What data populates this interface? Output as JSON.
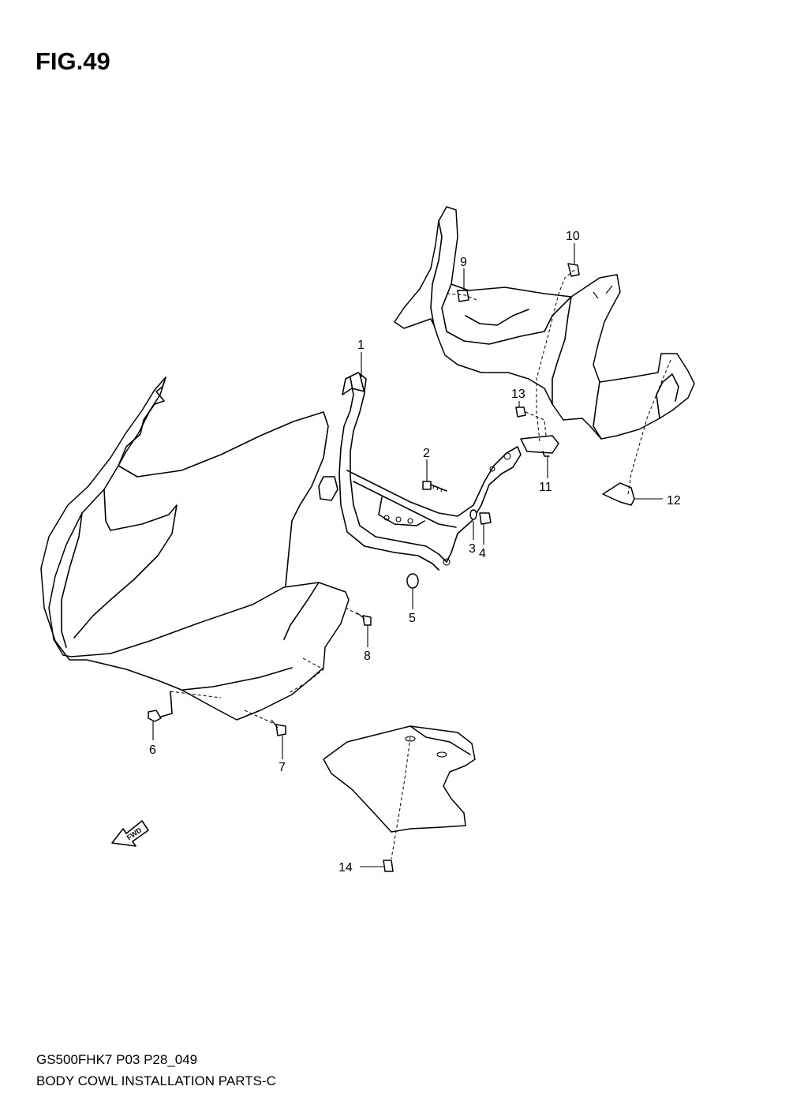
{
  "figure": {
    "title": "FIG.49"
  },
  "callouts": [
    "1",
    "2",
    "3",
    "4",
    "5",
    "6",
    "7",
    "8",
    "9",
    "10",
    "11",
    "12",
    "13",
    "14"
  ],
  "badge": {
    "label": "FWD"
  },
  "footer": {
    "model_code": "GS500FHK7 P03 P28_049",
    "caption": "BODY COWL INSTALLATION PARTS-C"
  }
}
